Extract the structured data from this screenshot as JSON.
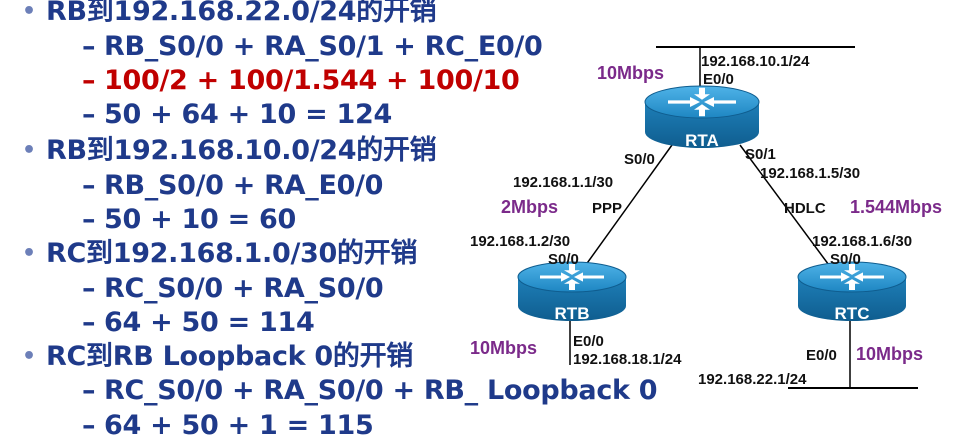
{
  "bullets": [
    {
      "level": 1,
      "text": "RB到192.168.22.0/24的开销"
    },
    {
      "level": 2,
      "text": "RB_S0/0 + RA_S0/1 + RC_E0/0"
    },
    {
      "level": 2,
      "text": "100/2 + 100/1.544 + 100/10",
      "color": "#c00000"
    },
    {
      "level": 2,
      "text": "50 + 64 + 10 = 124"
    },
    {
      "level": 1,
      "text": "RB到192.168.10.0/24的开销"
    },
    {
      "level": 2,
      "text": "RB_S0/0 + RA_E0/0"
    },
    {
      "level": 2,
      "text": "50 + 10 = 60"
    },
    {
      "level": 1,
      "text": "RC到192.168.1.0/30的开销"
    },
    {
      "level": 2,
      "text": "RC_S0/0 + RA_S0/0"
    },
    {
      "level": 2,
      "text": "64 + 50 = 114"
    },
    {
      "level": 1,
      "text": "RC到RB Loopback 0的开销"
    },
    {
      "level": 2,
      "text": "RC_S0/0 + RA_S0/0 + RB_ Loopback 0"
    },
    {
      "level": 2,
      "text": "64 + 50 + 1 = 115"
    }
  ],
  "bullet_symbol": "•",
  "dash_symbol": "–",
  "colors": {
    "text": "#1f3a8a",
    "highlight": "#c00000",
    "speed": "#7b2a8a",
    "router": "#1d7fb5"
  },
  "diagram": {
    "rta": {
      "name": "RTA",
      "e0_ip": "192.168.10.1/24",
      "e0_if": "E0/0",
      "e0_speed": "10Mbps",
      "s00": "S0/0",
      "s01": "S0/1",
      "s00_ip": "192.168.1.1/30",
      "s01_ip": "192.168.1.5/30"
    },
    "rtb": {
      "name": "RTB",
      "s0_ip": "192.168.1.2/30",
      "s0_if": "S0/0",
      "e0_if": "E0/0",
      "e0_ip": "192.168.18.1/24",
      "e0_speed": "10Mbps"
    },
    "rtc": {
      "name": "RTC",
      "s0_ip": "192.168.1.6/30",
      "s0_if": "S0/0",
      "e0_if": "E0/0",
      "e0_ip": "192.168.22.1/24",
      "e0_speed": "10Mbps"
    },
    "link_ab": {
      "speed": "2Mbps",
      "protocol": "PPP"
    },
    "link_ac": {
      "speed": "1.544Mbps",
      "protocol": "HDLC"
    }
  }
}
